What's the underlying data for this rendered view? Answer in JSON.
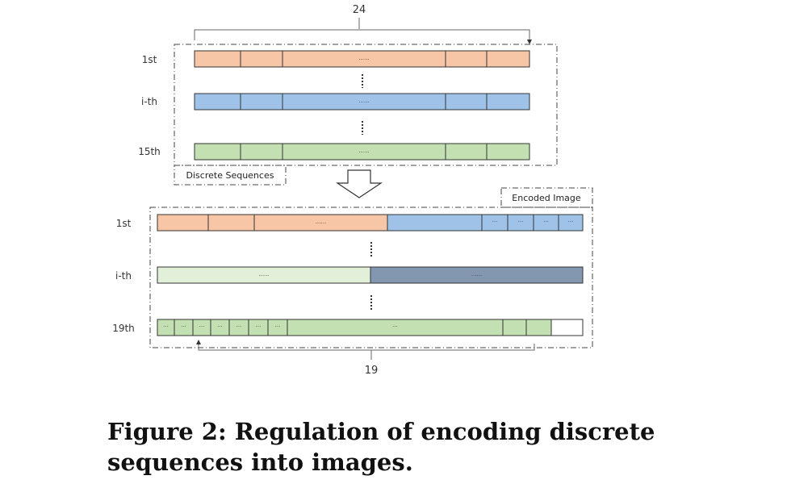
{
  "top": {
    "width_label": "24",
    "box_label": "Discrete Sequences",
    "rows": [
      {
        "label": "1st",
        "color": "#f7c6a6",
        "cell_text": "......"
      },
      {
        "label": "i-th",
        "color": "#9fc3e8",
        "cell_text": "......"
      },
      {
        "label": "15th",
        "color": "#c3e0b2",
        "cell_text": "......"
      }
    ]
  },
  "bottom": {
    "box_label": "Encoded Image",
    "height_label": "19",
    "rows": [
      {
        "label": "1st",
        "part1_color": "#f7c6a6",
        "part2_color": "#9fc3e8",
        "cell_text": "......",
        "small_text": "···"
      },
      {
        "label": "i-th",
        "part1_color": "#e2efd9",
        "part2_color": "#8497b0",
        "cell_text": "......"
      },
      {
        "label": "19th",
        "color": "#c3e0b2",
        "empty_color": "#ffffff",
        "small_text": "···",
        "cell_text": "···"
      }
    ]
  },
  "colors": {
    "stroke": "#333333",
    "dash": "#444444"
  },
  "caption": {
    "text": "Figure 2: Regulation of encoding discrete sequences into images."
  }
}
